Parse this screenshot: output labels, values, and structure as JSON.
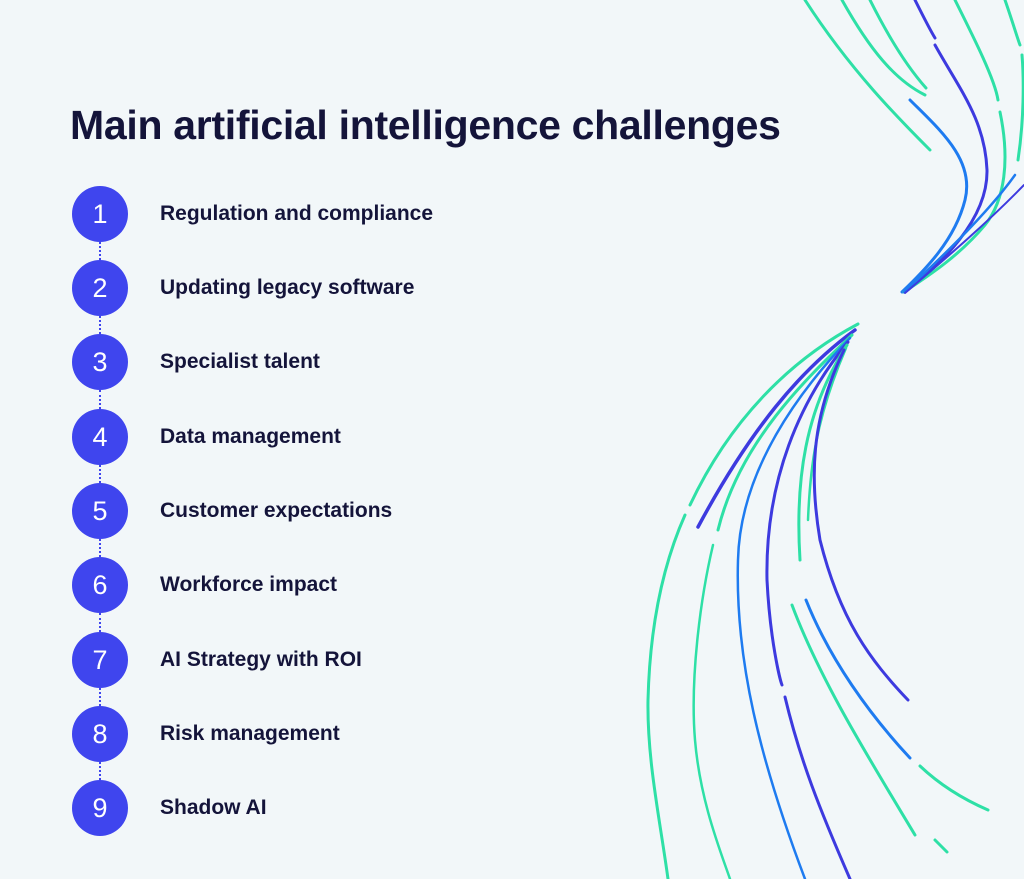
{
  "title": "Main artificial intelligence challenges",
  "colors": {
    "background": "#F2F7F9",
    "circle": "#3F45EE",
    "text": "#14143A",
    "line_green": "#2EE0A6",
    "line_blue": "#1E7BF0",
    "line_violet": "#3D3ADF"
  },
  "items": [
    {
      "number": "1",
      "label": "Regulation and compliance"
    },
    {
      "number": "2",
      "label": "Updating legacy software"
    },
    {
      "number": "3",
      "label": "Specialist talent"
    },
    {
      "number": "4",
      "label": "Data management"
    },
    {
      "number": "5",
      "label": "Customer expectations"
    },
    {
      "number": "6",
      "label": "Workforce impact"
    },
    {
      "number": "7",
      "label": "AI Strategy with ROI"
    },
    {
      "number": "8",
      "label": "Risk management"
    },
    {
      "number": "9",
      "label": "Shadow AI"
    }
  ]
}
